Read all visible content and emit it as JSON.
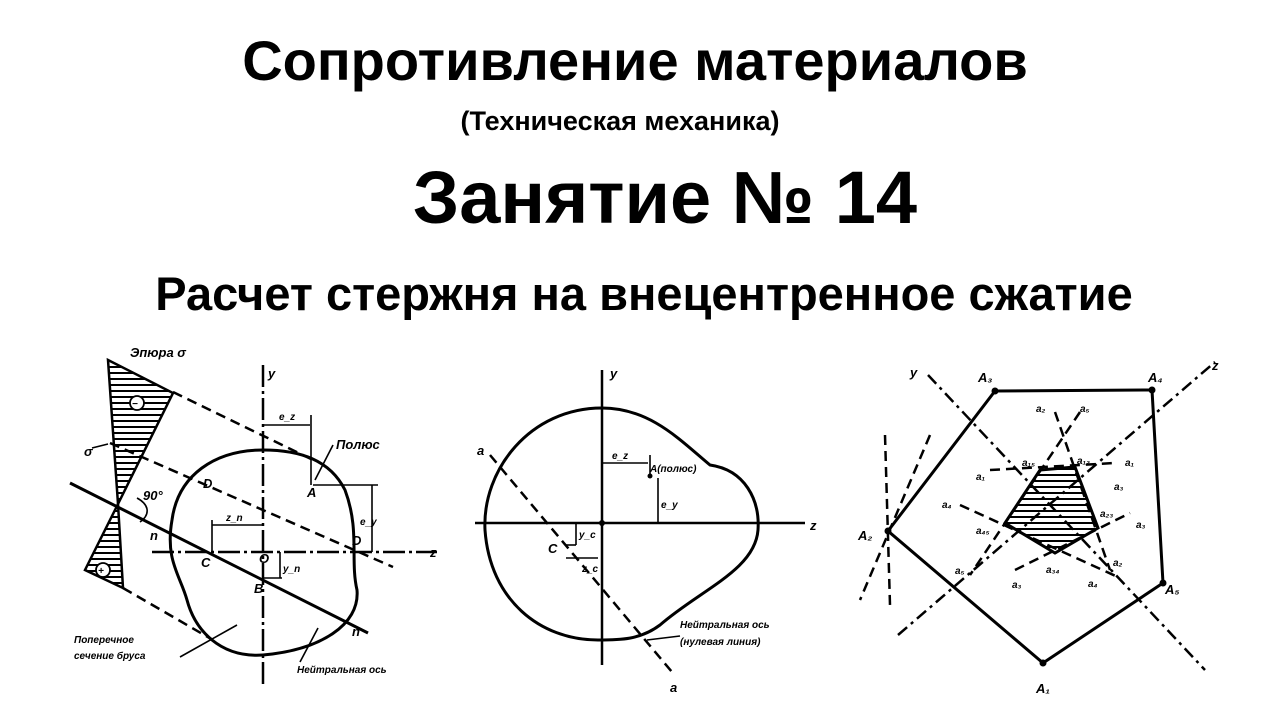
{
  "slide": {
    "title": "Сопротивление материалов",
    "subtitle": "(Техническая механика)",
    "lesson": "Занятие № 14",
    "topic": "Расчет стержня на внецентренное сжатие"
  },
  "figure1": {
    "epure_label": "Эпюра σ",
    "sigma": "σ",
    "angle": "90°",
    "y": "y",
    "z": "z",
    "n1": "n",
    "n2": "n",
    "C": "C",
    "O": "O",
    "B": "B",
    "D1": "D",
    "D2": "D",
    "A": "A",
    "pole": "Полюс",
    "ez": "e_z",
    "ey": "e_y",
    "zn": "z_n",
    "yn": "y_n",
    "minus": "−",
    "plus": "+",
    "section_line1": "Поперечное",
    "section_line2": "сечение бруса",
    "neutral_axis": "Нейтральная ось"
  },
  "figure2": {
    "y": "y",
    "z": "z",
    "a1": "a",
    "a2": "a",
    "A": "A(полюс)",
    "ez": "e_z",
    "ey": "e_y",
    "C": "C",
    "yc": "y_c",
    "zc": "z_c",
    "neutral_line1": "Нейтральная ось",
    "neutral_line2": "(нулевая линия)"
  },
  "figure3": {
    "y": "y",
    "z": "z",
    "A1": "A₁",
    "A2": "A₂",
    "A3": "A₃",
    "A4": "A₄",
    "A5": "A₅",
    "labels": [
      "a₂",
      "a₅",
      "a₁₅",
      "a₁₂",
      "a₁",
      "a₁",
      "a₃",
      "a₄",
      "a₂₃",
      "a₃",
      "a₄₅",
      "a₂",
      "a₅",
      "a₃",
      "a₃₄",
      "a₄"
    ]
  }
}
